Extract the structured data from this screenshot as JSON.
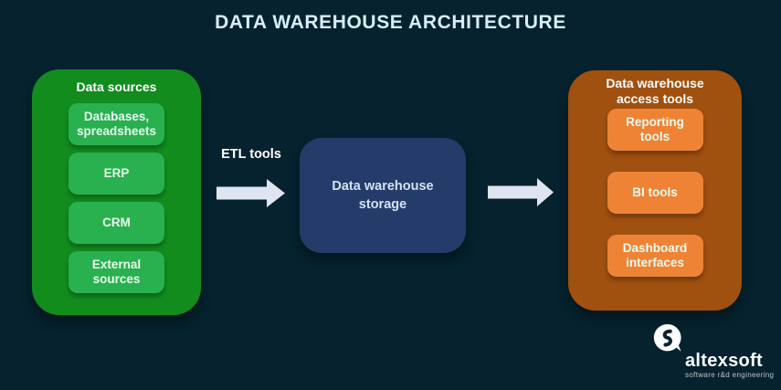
{
  "title": "DATA WAREHOUSE ARCHITECTURE",
  "etl_label": "ETL tools",
  "sources_panel": {
    "title": "Data sources",
    "items": [
      {
        "label": "Databases, spreadsheets"
      },
      {
        "label": "ERP"
      },
      {
        "label": "CRM"
      },
      {
        "label": "External sources"
      }
    ]
  },
  "storage_box": {
    "label": "Data warehouse storage"
  },
  "access_panel": {
    "title": "Data warehouse access tools",
    "items": [
      {
        "label": "Reporting tools"
      },
      {
        "label": "BI tools"
      },
      {
        "label": "Dashboard interfaces"
      }
    ]
  },
  "logo": {
    "wordmark": "altexsoft",
    "tagline": "software r&d engineering"
  },
  "icons": {
    "arrows": [
      "right-arrow-icon",
      "right-arrow-icon"
    ],
    "logo_mark": "altexsoft-speech-bubble-icon"
  },
  "colors": {
    "background": "#05222e",
    "title_text": "#d8edf4",
    "sources_panel_bg": "#118c1d",
    "sources_item_bg": "#29b04f",
    "access_panel_bg": "#a0500f",
    "access_item_bg": "#ee8335",
    "storage_bg": "#253b69",
    "arrow": "#dfe5f0"
  }
}
